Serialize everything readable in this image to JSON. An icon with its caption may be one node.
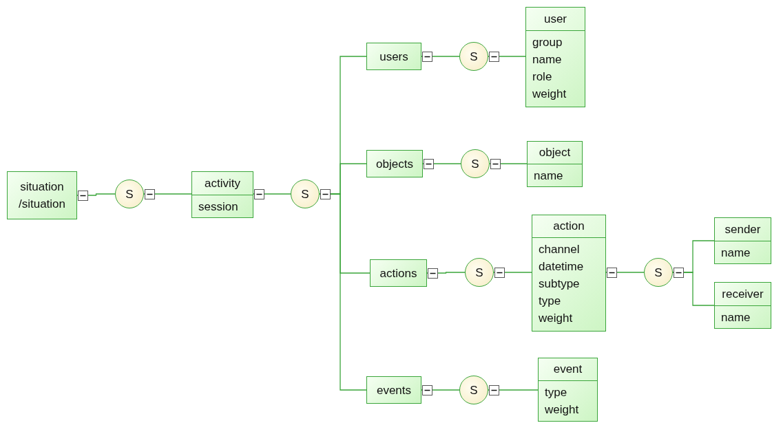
{
  "diagram": {
    "nodes": [
      {
        "text": [
          "situation",
          "/situation"
        ]
      },
      {
        "text": [
          "S"
        ]
      },
      {
        "text": [
          "activity",
          "session"
        ]
      },
      {
        "text": [
          "S"
        ]
      },
      {
        "text": [
          "users"
        ]
      },
      {
        "text": [
          "S"
        ]
      },
      {
        "text": [
          "user",
          "group",
          "name",
          "role",
          "weight"
        ]
      },
      {
        "text": [
          "objects"
        ]
      },
      {
        "text": [
          "S"
        ]
      },
      {
        "text": [
          "object",
          "name"
        ]
      },
      {
        "text": [
          "actions"
        ]
      },
      {
        "text": [
          "S"
        ]
      },
      {
        "text": [
          "action",
          "channel",
          "datetime",
          "subtype",
          "type",
          "weight"
        ]
      },
      {
        "text": [
          "S"
        ]
      },
      {
        "text": [
          "sender",
          "name"
        ]
      },
      {
        "text": [
          "receiver",
          "name"
        ]
      },
      {
        "text": [
          "events"
        ]
      },
      {
        "text": [
          "S"
        ]
      },
      {
        "text": [
          "event",
          "type",
          "weight"
        ]
      }
    ],
    "edges": [
      {
        "from": 0,
        "to": 1,
        "arrow": "none"
      },
      {
        "from": 1,
        "to": 2,
        "arrow": "none"
      },
      {
        "from": 2,
        "to": 3,
        "arrow": "none"
      },
      {
        "from": 3,
        "to": 4,
        "arrow": "none"
      },
      {
        "from": 3,
        "to": 7,
        "arrow": "none"
      },
      {
        "from": 3,
        "to": 10,
        "arrow": "none"
      },
      {
        "from": 3,
        "to": 16,
        "arrow": "none"
      },
      {
        "from": 4,
        "to": 5,
        "arrow": "none"
      },
      {
        "from": 5,
        "to": 6,
        "arrow": "none"
      },
      {
        "from": 7,
        "to": 8,
        "arrow": "none"
      },
      {
        "from": 8,
        "to": 9,
        "arrow": "none"
      },
      {
        "from": 10,
        "to": 11,
        "arrow": "none"
      },
      {
        "from": 11,
        "to": 12,
        "arrow": "none"
      },
      {
        "from": 12,
        "to": 13,
        "arrow": "none"
      },
      {
        "from": 13,
        "to": 14,
        "arrow": "none"
      },
      {
        "from": 13,
        "to": 15,
        "arrow": "none"
      },
      {
        "from": 16,
        "to": 17,
        "arrow": "none"
      },
      {
        "from": 17,
        "to": 18,
        "arrow": "none"
      }
    ]
  }
}
